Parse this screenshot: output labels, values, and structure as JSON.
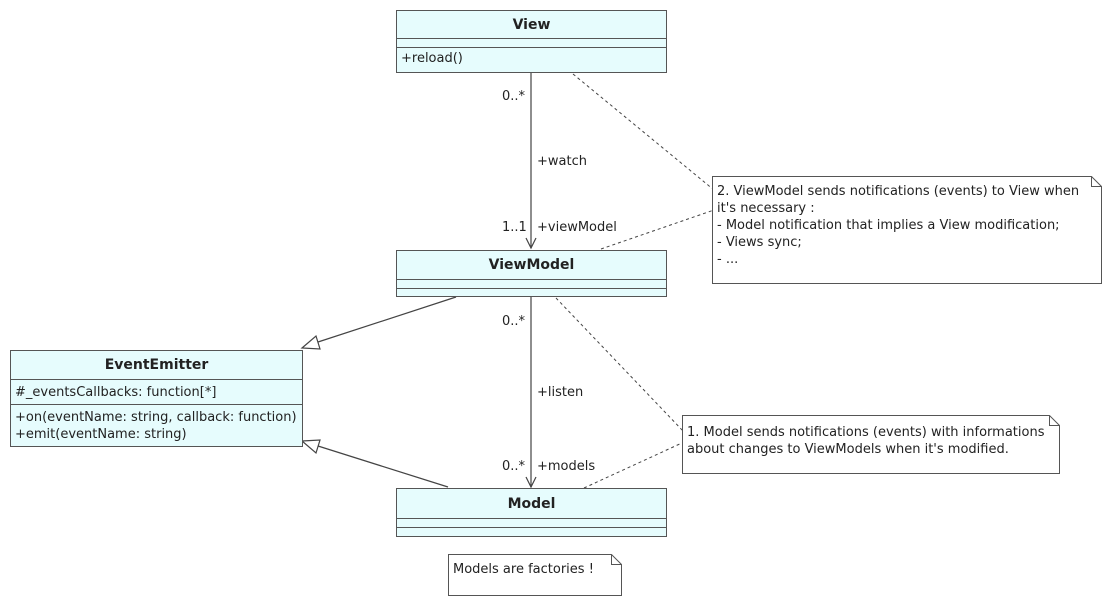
{
  "classes": {
    "view": {
      "name": "View",
      "attributes": [],
      "operations": [
        "+reload()"
      ]
    },
    "viewmodel": {
      "name": "ViewModel",
      "attributes": [],
      "operations": []
    },
    "model": {
      "name": "Model",
      "attributes": [],
      "operations": []
    },
    "eventemitter": {
      "name": "EventEmitter",
      "attributes": [
        "#_eventsCallbacks: function[*]"
      ],
      "operations": [
        "+on(eventName: string, callback: function)",
        "+emit(eventName: string)"
      ]
    }
  },
  "associations": {
    "view_viewmodel": {
      "source_mult": "0..*",
      "source_role": "+watch",
      "target_mult": "1..1",
      "target_role": "+viewModel"
    },
    "viewmodel_model": {
      "source_mult": "0..*",
      "source_role": "+listen",
      "target_mult": "0..*",
      "target_role": "+models"
    }
  },
  "notes": {
    "note2": {
      "lines": [
        "2. ViewModel sends notifications (events) to View when",
        "it's necessary :",
        " - Model notification that implies a View modification;",
        " - Views sync;",
        " - ..."
      ]
    },
    "note1": {
      "lines": [
        "1. Model sends notifications (events) with informations",
        "about changes to ViewModels when it's modified."
      ]
    },
    "note3": {
      "lines": [
        "Models are factories !"
      ]
    }
  }
}
